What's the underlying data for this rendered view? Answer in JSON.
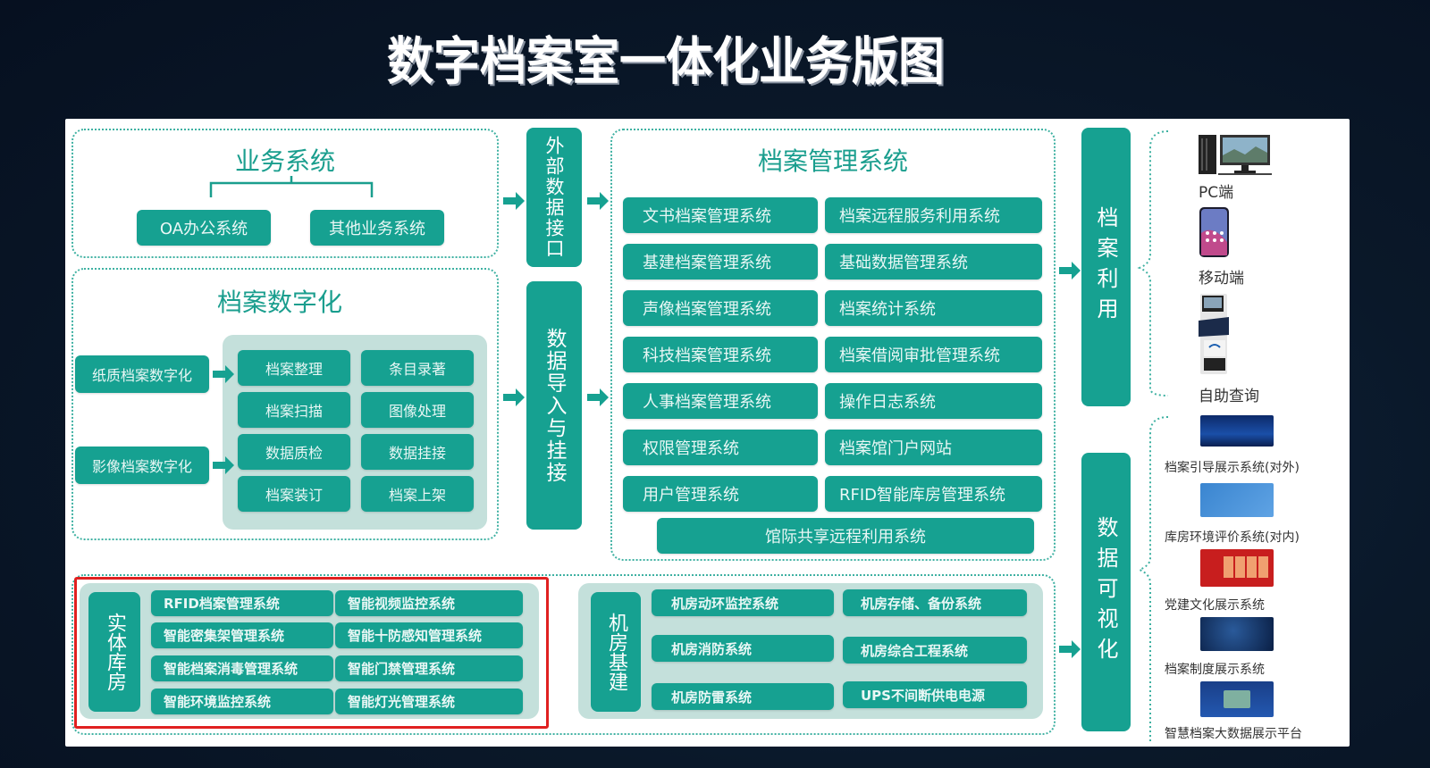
{
  "title": "数字档案室一体化业务版图",
  "business_systems": {
    "title": "业务系统",
    "items": [
      "OA办公系统",
      "其他业务系统"
    ]
  },
  "digitization": {
    "title": "档案数字化",
    "sources": [
      "纸质档案数字化",
      "影像档案数字化"
    ],
    "steps": [
      "档案整理",
      "条目录著",
      "档案扫描",
      "图像处理",
      "数据质检",
      "数据挂接",
      "档案装订",
      "档案上架"
    ]
  },
  "connectors": {
    "external_interface": "外部数据接口",
    "import_link": "数据导入与挂接"
  },
  "archive_management": {
    "title": "档案管理系统",
    "left": [
      "文书档案管理系统",
      "基建档案管理系统",
      "声像档案管理系统",
      "科技档案管理系统",
      "人事档案管理系统",
      "权限管理系统",
      "用户管理系统"
    ],
    "right": [
      "档案远程服务利用系统",
      "基础数据管理系统",
      "档案统计系统",
      "档案借阅审批管理系统",
      "操作日志系统",
      "档案馆门户网站",
      "RFID智能库房管理系统"
    ],
    "bottom": "馆际共享远程利用系统"
  },
  "physical_storage": {
    "title": "实体库房",
    "items": [
      "RFID档案管理系统",
      "智能视频监控系统",
      "智能密集架管理系统",
      "智能十防感知管理系统",
      "智能档案消毒管理系统",
      "智能门禁管理系统",
      "智能环境监控系统",
      "智能灯光管理系统"
    ]
  },
  "machine_room": {
    "title": "机房基建",
    "items": [
      "机房动环监控系统",
      "机房存储、备份系统",
      "机房消防系统",
      "机房综合工程系统",
      "机房防雷系统",
      "UPS不间断供电电源"
    ]
  },
  "archive_use": {
    "title": "档案利用",
    "devices": [
      {
        "label": "PC端",
        "icon": "desktop-pc-icon"
      },
      {
        "label": "移动端",
        "icon": "smartphone-icon"
      },
      {
        "label": "自助查询",
        "icon": "kiosk-icon"
      }
    ]
  },
  "visualization": {
    "title": "数据可视化",
    "systems": [
      {
        "label": "档案引导展示系统(对外)",
        "thumb_color": "#1a3d8a"
      },
      {
        "label": "库房环境评价系统(对内)",
        "thumb_color": "#3f8fd6"
      },
      {
        "label": "党建文化展示系统",
        "thumb_color": "#c81e1e"
      },
      {
        "label": "档案制度展示系统",
        "thumb_color": "#0f2a55"
      },
      {
        "label": "智慧档案大数据展示平台",
        "thumb_color": "#1d4fa0"
      }
    ]
  },
  "colors": {
    "teal": "#16a191",
    "teal_text": "#1a9e8e",
    "panel_gray": "#c4e0db",
    "highlight_red": "#e02020",
    "background": "#0a1829"
  }
}
